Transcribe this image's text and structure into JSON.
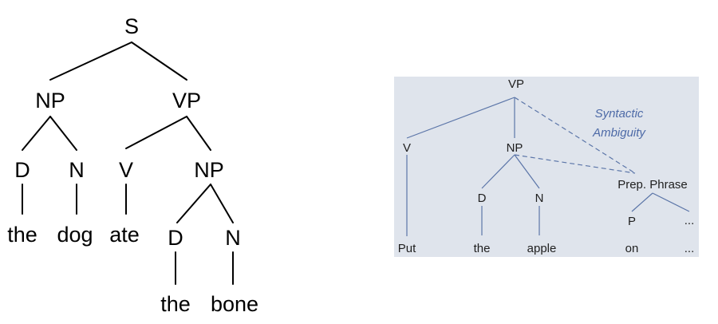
{
  "left_tree": {
    "nodes": {
      "s": "S",
      "np": "NP",
      "vp": "VP",
      "d1": "D",
      "n1": "N",
      "v": "V",
      "np2": "NP",
      "d2": "D",
      "n2": "N"
    },
    "words": {
      "the1": "the",
      "dog": "dog",
      "ate": "ate",
      "the2": "the",
      "bone": "bone"
    }
  },
  "right_tree": {
    "nodes": {
      "vp": "VP",
      "v": "V",
      "np": "NP",
      "d": "D",
      "n": "N",
      "pp": "Prep. Phrase",
      "p": "P",
      "ellipsis_top": "..."
    },
    "words": {
      "put": "Put",
      "the": "the",
      "apple": "apple",
      "on": "on",
      "ellipsis_bottom": "..."
    },
    "annotation": {
      "line1": "Syntactic",
      "line2": "Ambiguity"
    }
  }
}
